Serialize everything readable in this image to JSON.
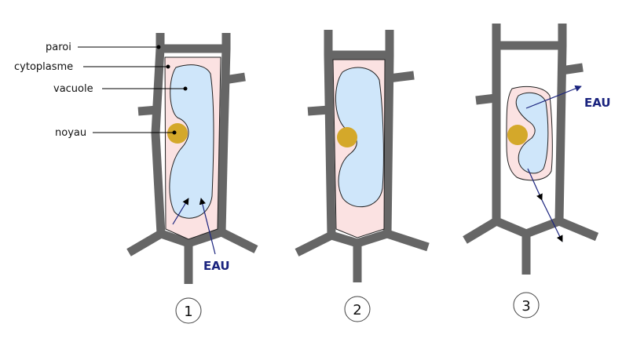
{
  "labels": {
    "paroi": "paroi",
    "cytoplasme": "cytoplasme",
    "vacuole": "vacuole",
    "noyau": "noyau"
  },
  "water_label": "EAU",
  "cell_numbers": [
    "1",
    "2",
    "3"
  ],
  "colors": {
    "wall": "#666666",
    "cytoplasm": "#fbe2e2",
    "vacuole": "#cfe6fa",
    "nucleus": "#d4a82a",
    "water_arrow": "#1a237e",
    "outline": "#222222"
  }
}
